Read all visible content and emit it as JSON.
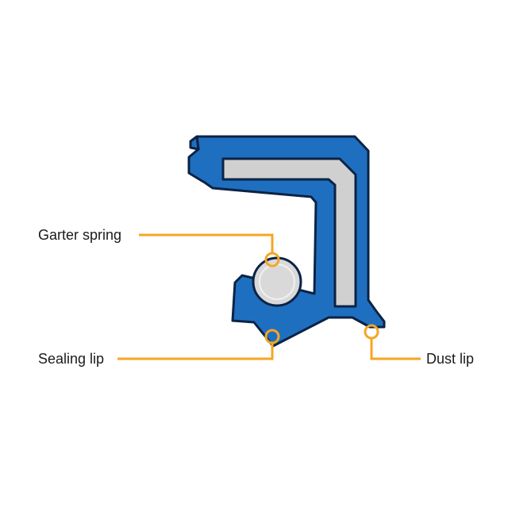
{
  "labels": {
    "garter_spring": "Garter spring",
    "sealing_lip": "Sealing lip",
    "dust_lip": "Dust lip"
  },
  "colors": {
    "seal_body": "#1f6fc0",
    "seal_outline": "#0b2344",
    "metal_insert": "#d0d0d0",
    "spring_fill": "#d9d9d9",
    "callout": "#f5a623",
    "background": "#ffffff"
  }
}
